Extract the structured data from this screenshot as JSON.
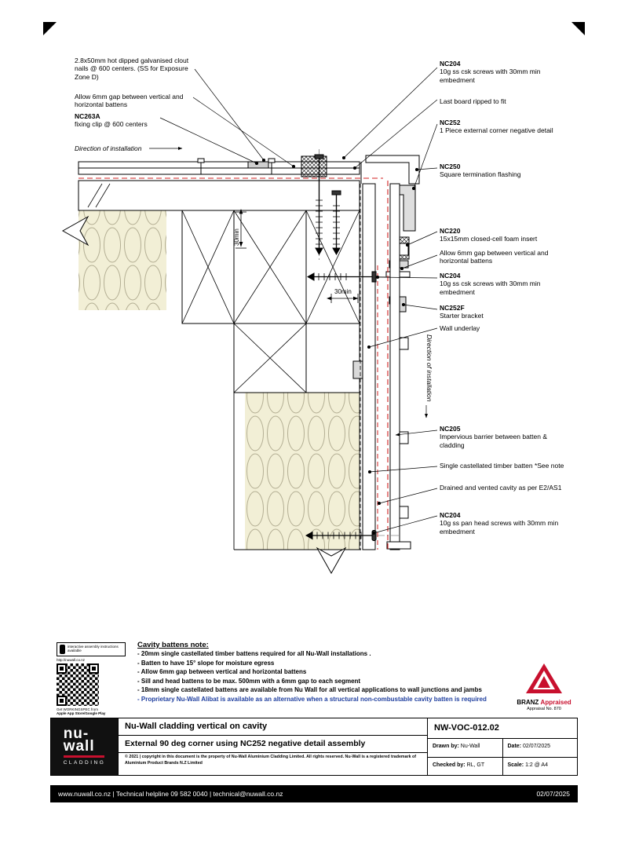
{
  "drawing": {
    "left_annotations": [
      {
        "code": "",
        "text": "2.8x50mm hot dipped galvanised clout nails @ 600 centers. (SS for Exposure Zone D)"
      },
      {
        "code": "",
        "text": "Allow 6mm gap between vertical and horizontal battens"
      },
      {
        "code": "NC263A",
        "text": "fixing clip @ 600 centers"
      },
      {
        "code": "",
        "text": "Direction of installation"
      }
    ],
    "right_annotations": [
      {
        "code": "NC204",
        "text": "10g ss csk screws with 30mm min embedment"
      },
      {
        "code": "",
        "text": "Last board ripped to fit"
      },
      {
        "code": "NC252",
        "text": "1 Piece external corner negative detail"
      },
      {
        "code": "NC250",
        "text": "Square termination flashing"
      },
      {
        "code": "NC220",
        "text": "15x15mm closed-cell foam insert"
      },
      {
        "code": "",
        "text": "Allow 6mm gap between vertical and horizontal battens"
      },
      {
        "code": "NC204",
        "text": "10g ss csk screws with 30mm min embedment"
      },
      {
        "code": "NC252F",
        "text": "Starter bracket"
      },
      {
        "code": "",
        "text": "Wall underlay"
      },
      {
        "code": "NC205",
        "text": "Impervious barrier between batten & cladding"
      },
      {
        "code": "",
        "text": "Single castellated timber batten *See note"
      },
      {
        "code": "",
        "text": "Drained and vented cavity as per E2/AS1"
      },
      {
        "code": "NC204",
        "text": "10g ss pan head screws with 30mm min embedment"
      }
    ],
    "direction_vertical": "Direction of installation",
    "dim_vertical": "30min",
    "dim_horizontal": "30min"
  },
  "notes": {
    "title": "Cavity battens note:",
    "bullets": [
      "- 20mm single castellated timber battens required for all Nu-Wall installations .",
      "- Batten to have 15° slope for moisture egress",
      "- Allow 6mm gap between vertical and horizontal battens",
      "- Sill and head battens to be max. 500mm with a 6mm gap to each segment",
      "- 18mm single castellated battens are available from Nu Wall for all vertical applications to wall junctions and jambs",
      "- Proprietary Nu-Wall Alibat is available as an alternative when a structural non-combustable cavity batten is required"
    ]
  },
  "qr": {
    "badge": "interactive assembly instructions available",
    "url": "http://nuwall.co.nz",
    "caption1": "Get WORKINGSPEC from",
    "caption2": "Apple App Store/Google Play"
  },
  "branz": {
    "brand": "BRANZ",
    "appraised": "Appraised",
    "appraisal_no": "Appraisal No. 870"
  },
  "titleblock": {
    "logo_line1": "nu-",
    "logo_line2": "wall",
    "logo_sub": "CLADDING",
    "title1": "Nu-Wall cladding vertical on cavity",
    "title2": "External 90 deg corner using NC252 negative detail assembly",
    "doc_number": "NW-VOC-012.02",
    "drawn_label": "Drawn by:",
    "drawn_value": "Nu-Wall",
    "date_label": "Date:",
    "date_value": "02/07/2025",
    "checked_label": "Checked by:",
    "checked_value": "RL, GT",
    "scale_label": "Scale:",
    "scale_value": "1:2 @ A4",
    "copyright": "© 2021 | copyright in this document is the property of Nu-Wall Aluminium Cladding Limited.  All rights reserved. Nu-Wall is a registered trademark of Aluminium Product Brands N.Z Limited"
  },
  "footer": {
    "contact": "www.nuwall.co.nz   |   Technical helpline 09 582 0040   |   technical@nuwall.co.nz",
    "date": "02/07/2025"
  },
  "colors": {
    "accent_red": "#c8102e",
    "dashed_red": "#d02020",
    "insulation": "#f2efd6",
    "note_blue": "#1f3f9f"
  }
}
